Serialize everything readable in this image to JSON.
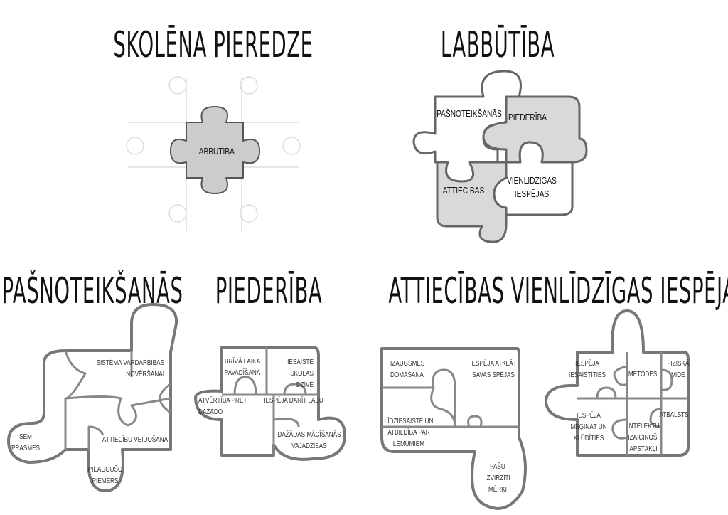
{
  "titles": {
    "student_experience": "SKOLĒNA PIEREDZE",
    "wellbeing": "LABBŪTĪBA",
    "self_determination": "PAŠNOTEIKŠANĀS",
    "belonging": "PIEDERĪBA",
    "relationships": "ATTIECĪBAS",
    "equal_opportunities": "VIENLĪDZĪGAS IESPĒJAS"
  },
  "top_left_piece": "LABBŪTĪBA",
  "top_right_pieces": {
    "self_determination": "PAŠNOTEIKŠANĀS",
    "belonging": "PIEDERĪBA",
    "relationships": "ATTIECĪBAS",
    "equal_opportunities_1": "VIENLĪDZĪGAS",
    "equal_opportunities_2": "IESPĒJAS"
  },
  "puzzle_self_determination": {
    "p1a": "SISTĒMA VARDARBĪBAS",
    "p1b": "NOVĒRŠANAI",
    "p2a": "SEM",
    "p2b": "PRASMES",
    "p3": "ATTIECĪBU VEIDOŠANA",
    "p4a": "PIEAUGUŠO",
    "p4b": "PIEMĒRS"
  },
  "puzzle_belonging": {
    "p1a": "BRĪVĀ LAIKA",
    "p1b": "PAVADĪŠANA",
    "p2a": "IESAISTE",
    "p2b": "SKOLAS",
    "p2c": "DZĪVĒ",
    "p3a": "ATVĒRTĪBA PRET",
    "p3b": "DAŽĀDO",
    "p4": "IESPĒJA DARĪT LABU",
    "p5a": "DAŽĀDAS MĀCĪŠANĀS",
    "p5b": "VAJADZĪBAS"
  },
  "puzzle_relationships": {
    "p1a": "IZAUGSMES",
    "p1b": "DOMĀŠANA",
    "p2a": "IESPĒJA ATKLĀT",
    "p2b": "SAVAS SPĒJAS",
    "p3a": "LĪDZIESAISTE UN",
    "p3b": "ATBILDĪBA PAR",
    "p3c": "LĒMUMIEM",
    "p4a": "PAŠU",
    "p4b": "IZVIRZĪTI",
    "p4c": "MĒRĶI"
  },
  "puzzle_equal_opportunities": {
    "p1a": "IESPĒJA",
    "p1b": "IESAISTĪTIES",
    "p2": "METODES",
    "p3a": "FIZISKĀ",
    "p3b": "VIDE",
    "p4a": "IESPĒJA",
    "p4b": "MĒĢINĀT UN",
    "p4c": "KĻŪDĪTIES",
    "p5a": "INTELEKTU",
    "p5b": "IZAICINOŠI",
    "p5c": "APSTĀKĻI",
    "p6": "ATBALSTS"
  },
  "colors": {
    "stroke": "#777777",
    "fill_gray": "#d9d9d9",
    "faint": "#dddddd"
  }
}
